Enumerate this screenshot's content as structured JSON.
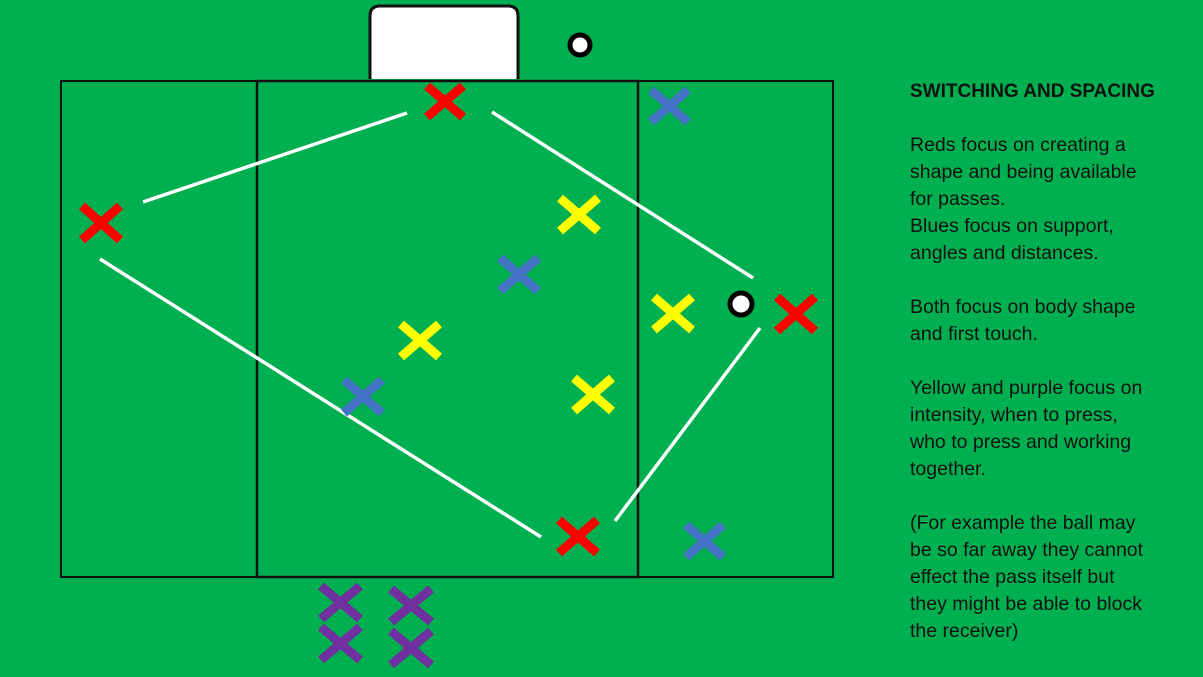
{
  "colors": {
    "background": "#00b050",
    "red": "#ff0000",
    "blue": "#4472c4",
    "yellow": "#ffff00",
    "purple": "#7030a0",
    "pass_line": "#ffffff",
    "pitch_line": "#111111"
  },
  "notes": {
    "title": "SWITCHING AND SPACING",
    "paragraphs": [
      [
        "Reds focus on creating a",
        "shape and being available",
        "for passes.",
        "Blues focus on support,",
        "angles and distances."
      ],
      [
        "Both focus on body shape",
        "and first touch."
      ],
      [
        "Yellow and purple focus on",
        "intensity, when to press,",
        "who to press and working",
        "together."
      ],
      [
        "(For example the ball may",
        "be so far away they cannot",
        "effect the pass itself but",
        "they might be able to block",
        "the receiver)"
      ]
    ]
  },
  "players": {
    "red_count": 4,
    "blue_count": 4,
    "yellow_count": 4,
    "purple_count": 4
  },
  "balls": 2,
  "goals": 1
}
